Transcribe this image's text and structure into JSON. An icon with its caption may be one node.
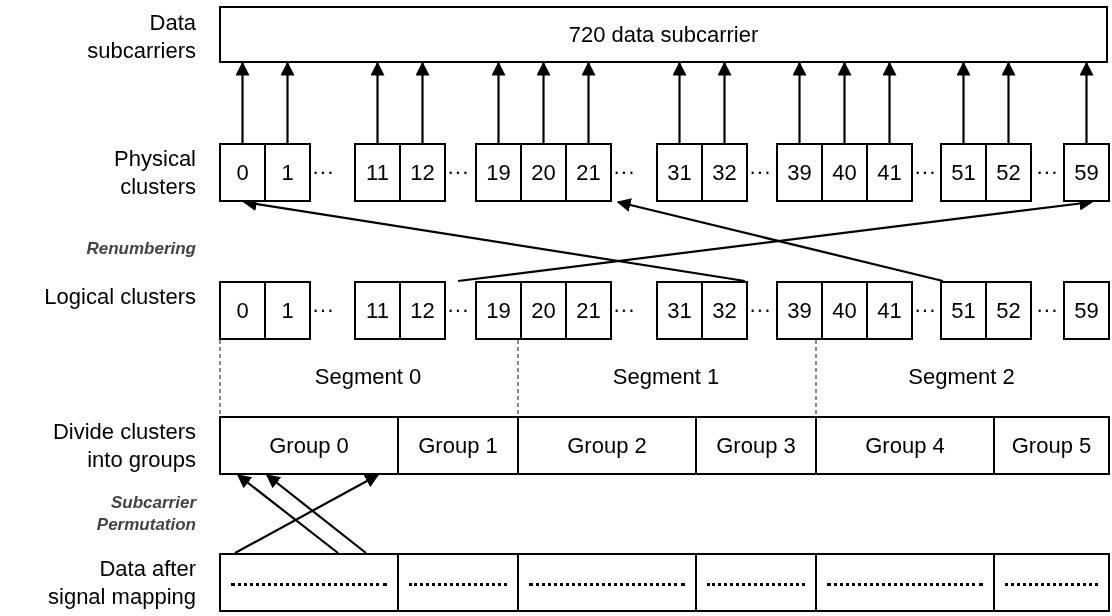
{
  "diagram": {
    "nodes": [
      {
        "text": [
          "720 data subcarrier"
        ]
      },
      {
        "text": [
          "0"
        ]
      },
      {
        "text": [
          "1"
        ]
      },
      {
        "text": [
          "11"
        ]
      },
      {
        "text": [
          "12"
        ]
      },
      {
        "text": [
          "19"
        ]
      },
      {
        "text": [
          "20"
        ]
      },
      {
        "text": [
          "21"
        ]
      },
      {
        "text": [
          "31"
        ]
      },
      {
        "text": [
          "32"
        ]
      },
      {
        "text": [
          "39"
        ]
      },
      {
        "text": [
          "40"
        ]
      },
      {
        "text": [
          "41"
        ]
      },
      {
        "text": [
          "51"
        ]
      },
      {
        "text": [
          "52"
        ]
      },
      {
        "text": [
          "59"
        ]
      },
      {
        "text": [
          "0"
        ]
      },
      {
        "text": [
          "1"
        ]
      },
      {
        "text": [
          "11"
        ]
      },
      {
        "text": [
          "12"
        ]
      },
      {
        "text": [
          "19"
        ]
      },
      {
        "text": [
          "20"
        ]
      },
      {
        "text": [
          "21"
        ]
      },
      {
        "text": [
          "31"
        ]
      },
      {
        "text": [
          "32"
        ]
      },
      {
        "text": [
          "39"
        ]
      },
      {
        "text": [
          "40"
        ]
      },
      {
        "text": [
          "41"
        ]
      },
      {
        "text": [
          "51"
        ]
      },
      {
        "text": [
          "52"
        ]
      },
      {
        "text": [
          "59"
        ]
      },
      {
        "text": [
          "Segment 0"
        ]
      },
      {
        "text": [
          "Segment 1"
        ]
      },
      {
        "text": [
          "Segment 2"
        ]
      },
      {
        "text": [
          "Group 0"
        ]
      },
      {
        "text": [
          "Group 1"
        ]
      },
      {
        "text": [
          "Group 2"
        ]
      },
      {
        "text": [
          "Group 3"
        ]
      },
      {
        "text": [
          "Group 4"
        ]
      },
      {
        "text": [
          "Group 5"
        ]
      },
      {
        "text": [],
        "shape": "box"
      },
      {
        "text": [],
        "shape": "box"
      },
      {
        "text": [],
        "shape": "box"
      },
      {
        "text": [],
        "shape": "box"
      },
      {
        "text": [],
        "shape": "box"
      },
      {
        "text": [],
        "shape": "box"
      }
    ],
    "edges": [
      {
        "from": 1,
        "to": 0,
        "arrow": "to"
      },
      {
        "from": 2,
        "to": 0,
        "arrow": "to"
      },
      {
        "from": 3,
        "to": 0,
        "arrow": "to"
      },
      {
        "from": 4,
        "to": 0,
        "arrow": "to"
      },
      {
        "from": 5,
        "to": 0,
        "arrow": "to"
      },
      {
        "from": 6,
        "to": 0,
        "arrow": "to"
      },
      {
        "from": 7,
        "to": 0,
        "arrow": "to"
      },
      {
        "from": 8,
        "to": 0,
        "arrow": "to"
      },
      {
        "from": 9,
        "to": 0,
        "arrow": "to"
      },
      {
        "from": 10,
        "to": 0,
        "arrow": "to"
      },
      {
        "from": 11,
        "to": 0,
        "arrow": "to"
      },
      {
        "from": 12,
        "to": 0,
        "arrow": "to"
      },
      {
        "from": 13,
        "to": 0,
        "arrow": "to"
      },
      {
        "from": 14,
        "to": 0,
        "arrow": "to"
      },
      {
        "from": 15,
        "to": 0,
        "arrow": "to"
      },
      {
        "from": 24,
        "to": 1,
        "arrow": "to"
      },
      {
        "from": 19,
        "to": 15,
        "arrow": "to"
      },
      {
        "from": 28,
        "to": 7,
        "arrow": "to"
      },
      {
        "from": 40,
        "to": 34,
        "arrow": "to"
      },
      {
        "from": 40,
        "to": 34,
        "arrow": "to"
      },
      {
        "from": 40,
        "to": 34,
        "arrow": "to"
      }
    ],
    "labels": [
      "Data subcarriers",
      "Physical clusters",
      "···",
      "···",
      "···",
      "···",
      "···",
      "···",
      "Renumbering",
      "Logical clusters",
      "···",
      "···",
      "···",
      "···",
      "···",
      "···",
      "Divide clusters into groups",
      "Subcarrier Permutation",
      "Data after signal mapping"
    ]
  }
}
